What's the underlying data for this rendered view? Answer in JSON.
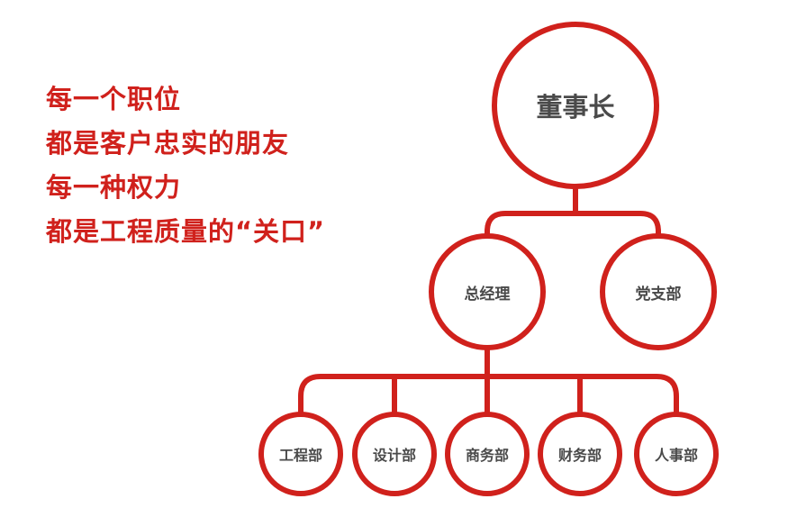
{
  "slogan": {
    "lines": [
      "每一个职位",
      "都是客户忠实的朋友",
      "每一种权力",
      "都是工程质量的“关口”"
    ]
  },
  "org": {
    "root": "董事长",
    "level2": [
      "总经理",
      "党支部"
    ],
    "departments": [
      "工程部",
      "设计部",
      "商务部",
      "财务部",
      "人事部"
    ]
  },
  "colors": {
    "accent": "#d0211c",
    "node_text": "#4a4a4a"
  }
}
